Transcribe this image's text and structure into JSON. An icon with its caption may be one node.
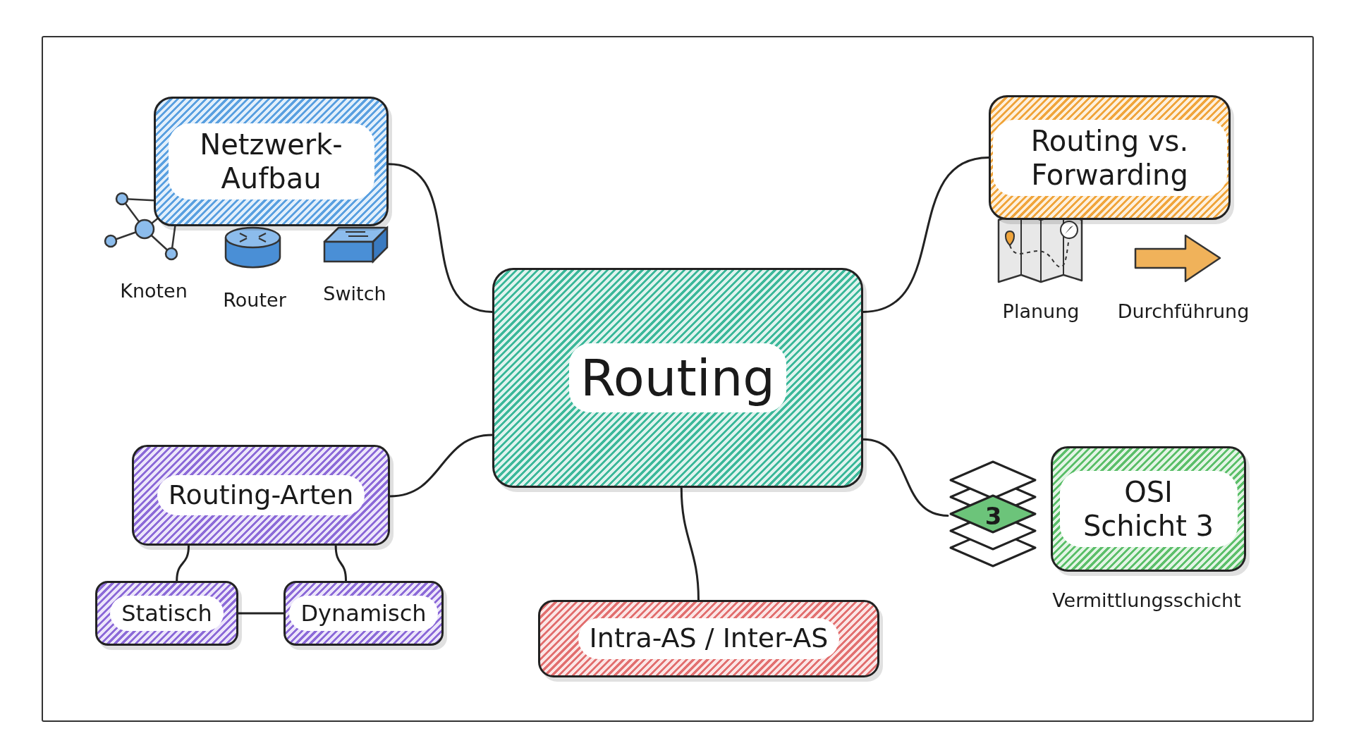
{
  "diagram": {
    "nodes": [
      {
        "text": [
          "Routing"
        ]
      },
      {
        "text": [
          "Netzwerk-Aufbau"
        ]
      },
      {
        "text": [
          "Routing vs. Forwarding"
        ]
      },
      {
        "text": [
          "Routing-Arten"
        ]
      },
      {
        "text": [
          "Statisch"
        ]
      },
      {
        "text": [
          "Dynamisch"
        ]
      },
      {
        "text": [
          "Intra-AS / Inter-AS"
        ]
      },
      {
        "text": [
          "OSI Schicht 3"
        ],
        "beside": [
          "Vermittlungsschicht"
        ]
      },
      {
        "text": [
          "3"
        ]
      }
    ],
    "edges": [
      {
        "from": 1,
        "to": 0,
        "arrow": "none"
      },
      {
        "from": 2,
        "to": 0,
        "arrow": "none"
      },
      {
        "from": 3,
        "to": 0,
        "arrow": "none"
      },
      {
        "from": 0,
        "to": 6,
        "arrow": "none"
      },
      {
        "from": 0,
        "to": 8,
        "arrow": "none"
      },
      {
        "from": 3,
        "to": 4,
        "arrow": "none"
      },
      {
        "from": 3,
        "to": 5,
        "arrow": "none"
      },
      {
        "from": 4,
        "to": 5,
        "arrow": "none"
      }
    ],
    "labels": [
      "Knoten",
      "Router",
      "Switch",
      "Planung",
      "Durchführung"
    ]
  }
}
